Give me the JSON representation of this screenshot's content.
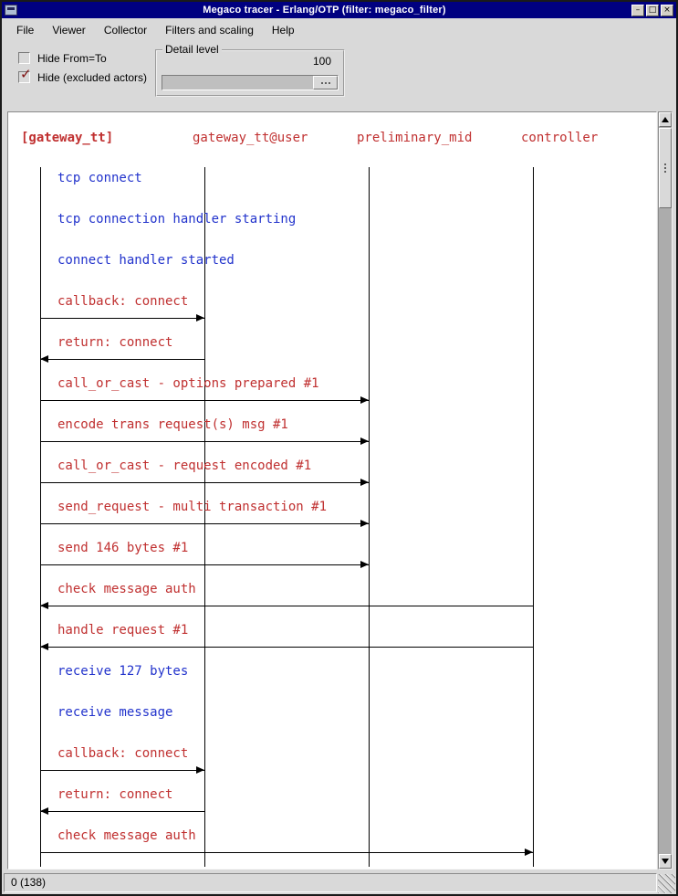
{
  "window": {
    "title": "Megaco tracer - Erlang/OTP (filter: megaco_filter)",
    "buttons": [
      {
        "name": "minimize",
        "glyph": "–"
      },
      {
        "name": "maximize",
        "glyph": "□"
      },
      {
        "name": "close",
        "glyph": "×"
      }
    ]
  },
  "menu": {
    "items": [
      "File",
      "Viewer",
      "Collector",
      "Filters and scaling",
      "Help"
    ]
  },
  "controls": {
    "checkboxes": [
      {
        "label": "Hide From=To",
        "checked": false
      },
      {
        "label": "Hide (excluded actors)",
        "checked": true
      }
    ],
    "check_glyph": "✓",
    "detail": {
      "label": "Detail level",
      "value": "100"
    }
  },
  "colors": {
    "titlebar": "#000080",
    "red": "#c03030",
    "blue": "#2233cc",
    "line": "#000000"
  },
  "diagram": {
    "actors": [
      {
        "label": "[gateway_tt]",
        "bold": true
      },
      {
        "label": "gateway_tt@user",
        "bold": false
      },
      {
        "label": "preliminary_mid",
        "bold": false
      },
      {
        "label": "controller",
        "bold": false
      }
    ],
    "events": [
      {
        "label": "tcp connect",
        "color": "blue"
      },
      {
        "label": "tcp connection handler starting",
        "color": "blue"
      },
      {
        "label": "connect handler started",
        "color": "blue"
      },
      {
        "label": "callback: connect",
        "color": "red",
        "from": 0,
        "to": 1
      },
      {
        "label": "return: connect",
        "color": "red",
        "from": 1,
        "to": 0
      },
      {
        "label": "call_or_cast - options prepared #1",
        "color": "red",
        "from": 0,
        "to": 2
      },
      {
        "label": "encode trans request(s) msg #1",
        "color": "red",
        "from": 0,
        "to": 2
      },
      {
        "label": "call_or_cast - request encoded #1",
        "color": "red",
        "from": 0,
        "to": 2
      },
      {
        "label": "send_request - multi transaction #1",
        "color": "red",
        "from": 0,
        "to": 2
      },
      {
        "label": "send 146 bytes #1",
        "color": "red",
        "from": 0,
        "to": 2
      },
      {
        "label": "check message auth",
        "color": "red",
        "from": 3,
        "to": 0
      },
      {
        "label": "handle request #1",
        "color": "red",
        "from": 3,
        "to": 0
      },
      {
        "label": "receive 127 bytes",
        "color": "blue"
      },
      {
        "label": "receive message",
        "color": "blue"
      },
      {
        "label": "callback: connect",
        "color": "red",
        "from": 0,
        "to": 1
      },
      {
        "label": "return: connect",
        "color": "red",
        "from": 1,
        "to": 0
      },
      {
        "label": "check message auth",
        "color": "red",
        "from": 0,
        "to": 3
      }
    ]
  },
  "statusbar": {
    "text": "0 (138)"
  }
}
